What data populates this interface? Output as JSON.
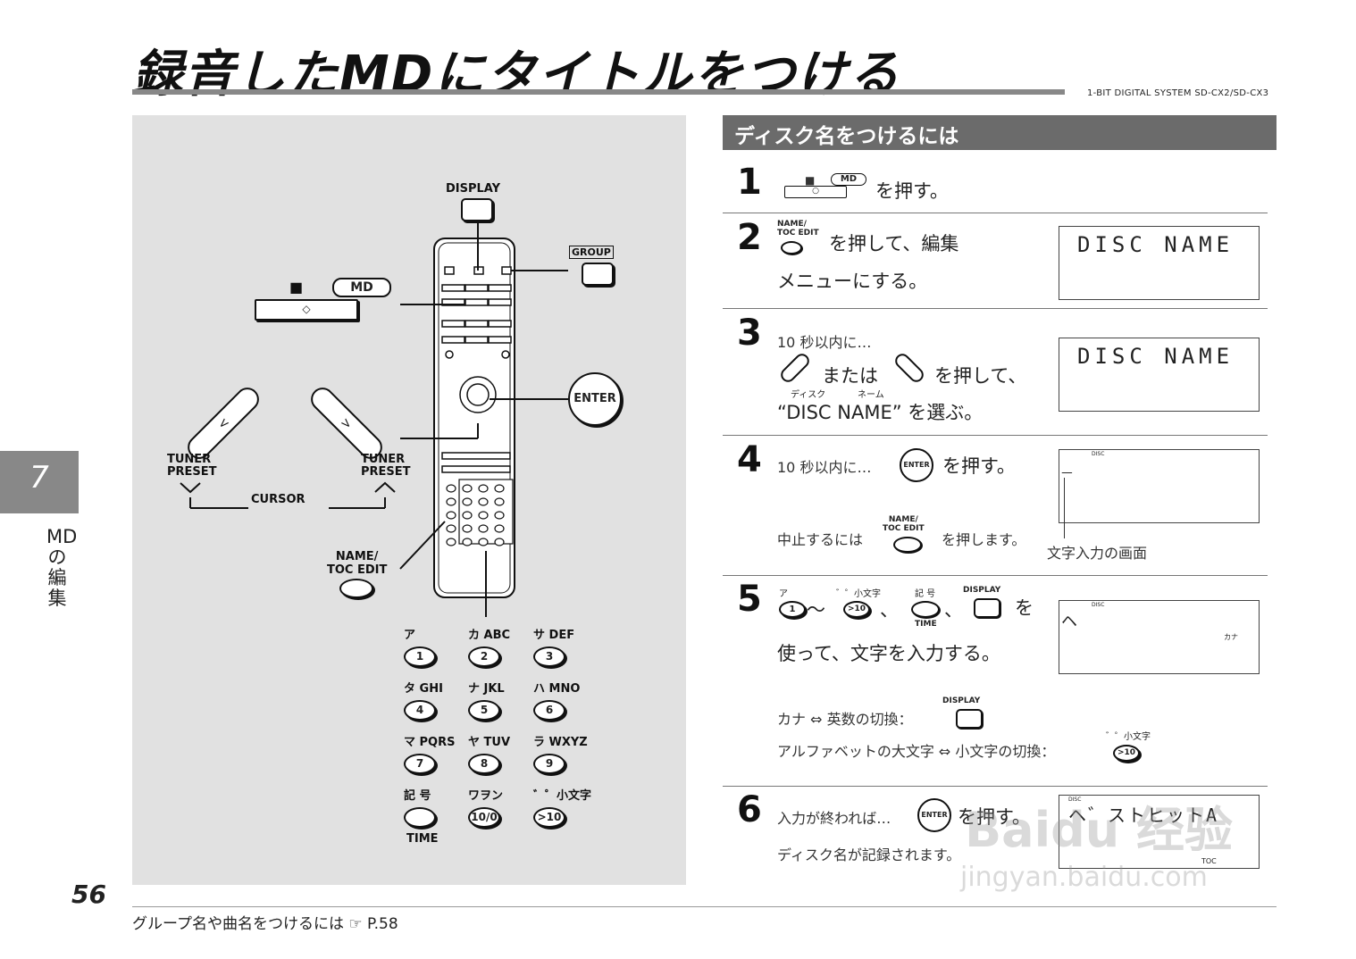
{
  "header": {
    "title": "録音したMDにタイトルをつける",
    "model": "1-BIT DIGITAL SYSTEM SD-CX2/SD-CX3"
  },
  "sidebar": {
    "chapter": "7",
    "label": "MDの編集"
  },
  "page_number": "56",
  "footer": {
    "text": "グループ名や曲名をつけるには ☞ P.58"
  },
  "remote": {
    "display": "DISPLAY",
    "group": "GROUP",
    "stop": "■",
    "md": "MD",
    "enter": "ENTER",
    "tuner_preset_left": "TUNER\nPRESET",
    "tuner_preset_right": "TUNER\nPRESET",
    "cursor": "CURSOR",
    "name_toc_edit": "NAME/\nTOC EDIT",
    "keys": [
      {
        "label": "ア",
        "key": "1"
      },
      {
        "label": "カ ABC",
        "key": "2"
      },
      {
        "label": "サ DEF",
        "key": "3"
      },
      {
        "label": "タ GHI",
        "key": "4"
      },
      {
        "label": "ナ JKL",
        "key": "5"
      },
      {
        "label": "ハ MNO",
        "key": "6"
      },
      {
        "label": "マ PQRS",
        "key": "7"
      },
      {
        "label": "ヤ TUV",
        "key": "8"
      },
      {
        "label": "ラ WXYZ",
        "key": "9"
      },
      {
        "label": "記 号",
        "key": ""
      },
      {
        "label": "ワヲン",
        "key": "10/0"
      },
      {
        "label": "゛゜小文字",
        "key": ">10"
      }
    ],
    "time": "TIME"
  },
  "section": {
    "title": "ディスク名をつけるには",
    "steps": [
      {
        "num": "1",
        "text": "を押す。"
      },
      {
        "num": "2",
        "btn": "NAME/\nTOC EDIT",
        "text1": "を押して、編集",
        "text2": "メニューにする。",
        "lcd": "DISC NAME"
      },
      {
        "num": "3",
        "pre": "10 秒以内に…",
        "mid": "または",
        "text": "を押して、",
        "ruby1": "ディスク",
        "ruby2": "ネーム",
        "text2": "“DISC NAME” を選ぶ。",
        "lcd": "DISC NAME"
      },
      {
        "num": "4",
        "pre": "10 秒以内に…",
        "text": "を押す。",
        "cancel": "中止するには",
        "cancel2": "を押します。",
        "caption": "文字入力の画面"
      },
      {
        "num": "5",
        "text": "を",
        "text2": "使って、文字を入力する。",
        "tilde": "～",
        "comma": "、",
        "kana_small": "カナ",
        "switch1": "カナ ⇔ 英数の切換：",
        "switch2": "アルファベットの大文字 ⇔ 小文字の切換：",
        "a_label": "ア",
        "sm_label": "゛゜小文字",
        "kigo": "記 号",
        "display": "DISPLAY",
        "time": "TIME"
      },
      {
        "num": "6",
        "pre": "入力が終われば…",
        "text": "を押す。",
        "text2": "ディスク名が記録されます。",
        "lcd": "ヘ゛ストヒットA",
        "toc": "TOC"
      }
    ]
  },
  "watermark": {
    "text": "Baidu 经验",
    "url": "jingyan.baidu.com"
  }
}
